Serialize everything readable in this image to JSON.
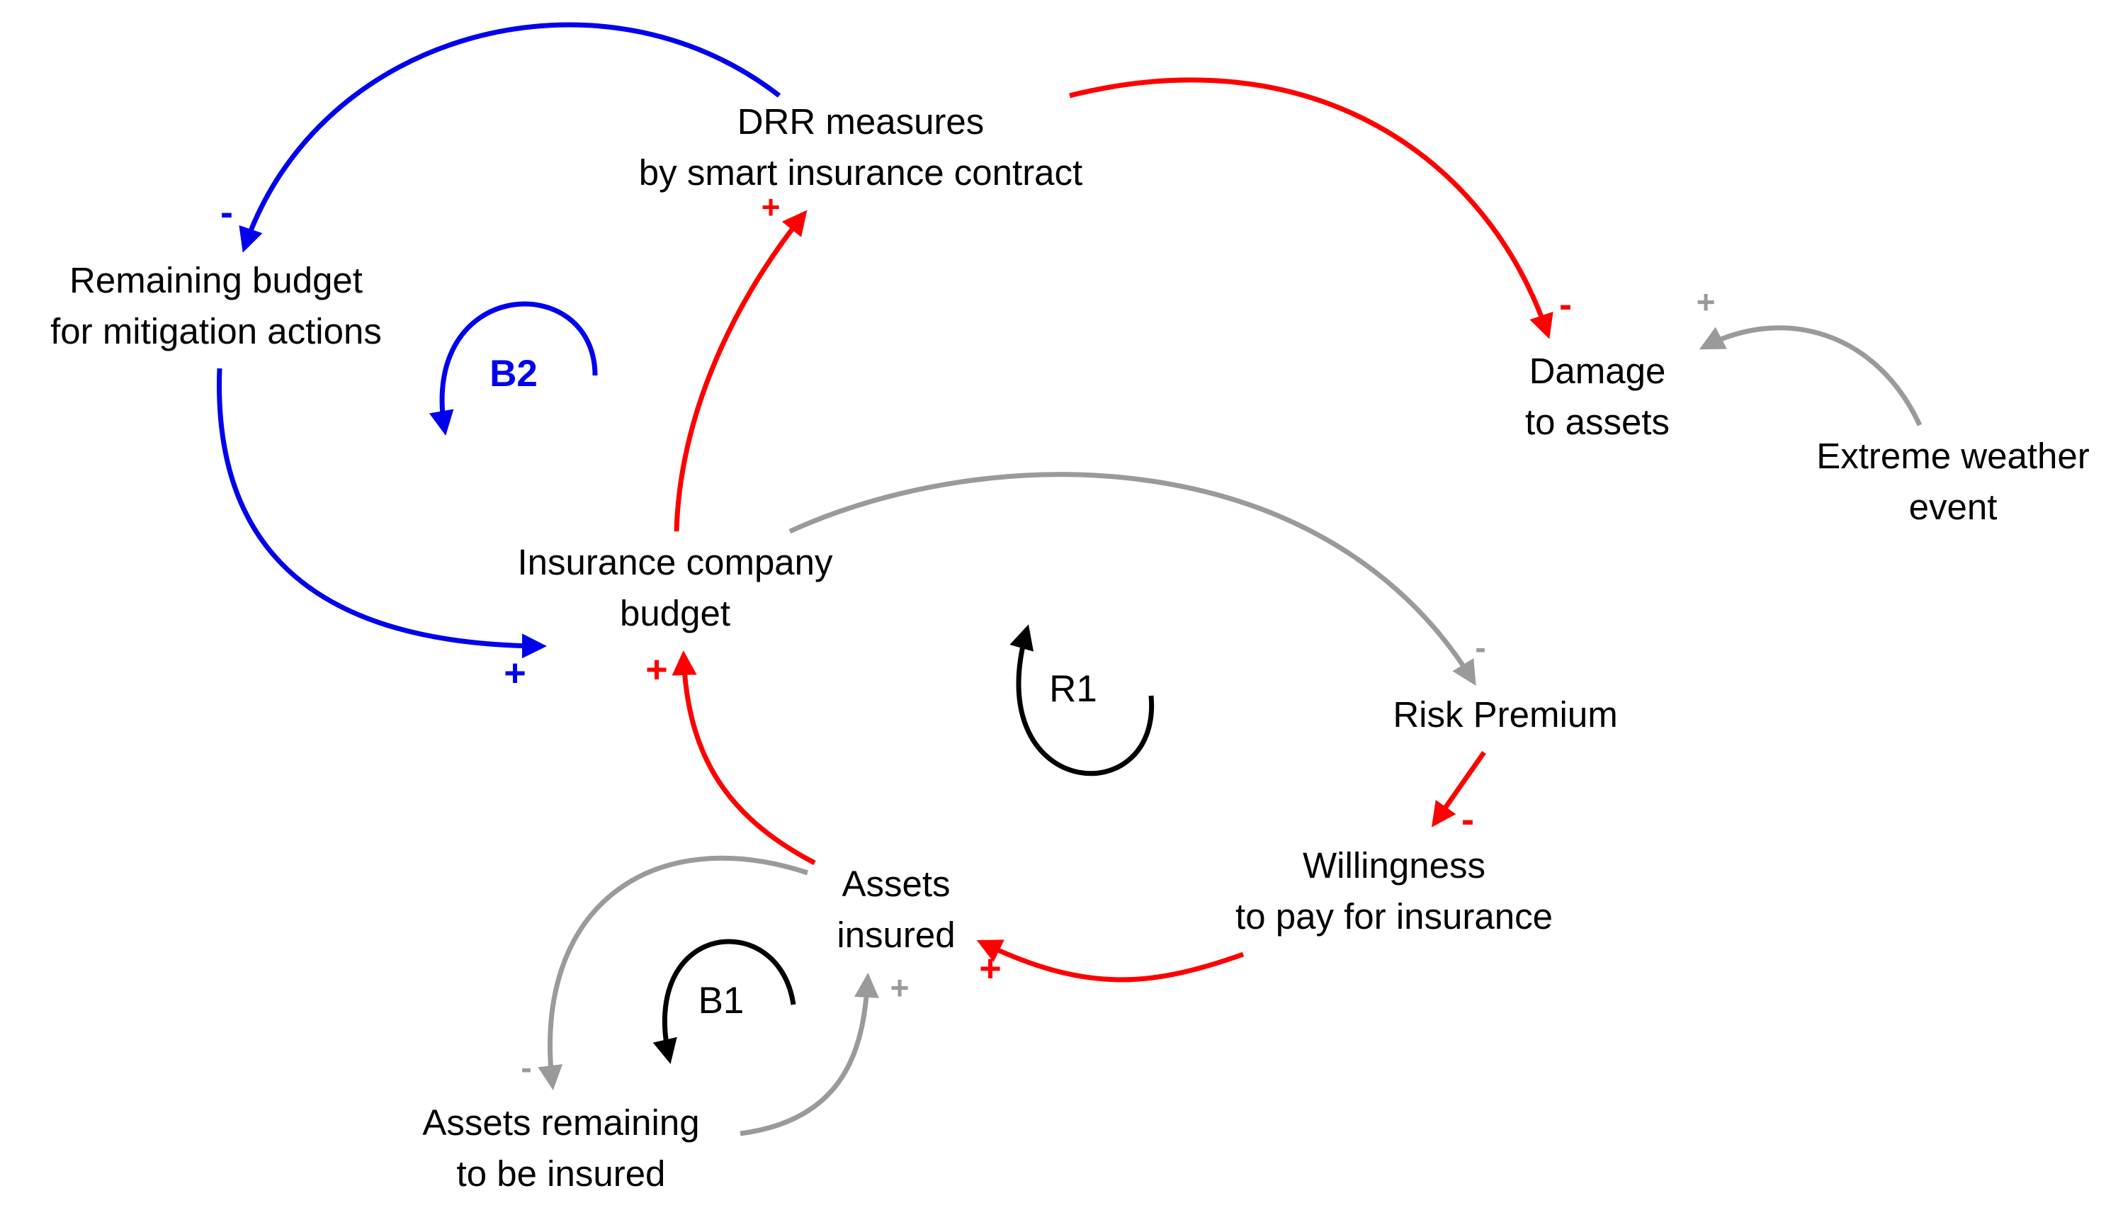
{
  "colors": {
    "balancing_b2": "#0000ee",
    "reinforcing_link": "#ff0000",
    "neutral_link": "#9a9a9a",
    "loop_marker": "#000000",
    "text": "#000000"
  },
  "nodes": {
    "drr": [
      "DRR measures",
      "by smart insurance contract"
    ],
    "remaining_budget": [
      "Remaining budget",
      "for mitigation actions"
    ],
    "damage": [
      "Damage",
      "to assets"
    ],
    "extreme_weather": [
      "Extreme weather",
      "event"
    ],
    "insurance_budget": [
      "Insurance company",
      "budget"
    ],
    "risk_premium": [
      "Risk Premium"
    ],
    "willingness": [
      "Willingness",
      "to pay for insurance"
    ],
    "assets_insured": [
      "Assets",
      "insured"
    ],
    "assets_remaining": [
      "Assets remaining",
      "to be insured"
    ]
  },
  "loops": {
    "b2": {
      "label": "B2",
      "color": "#0000ee",
      "arrow_icon": "counterclockwise-arrow-icon"
    },
    "r1": {
      "label": "R1",
      "color": "#000000",
      "arrow_icon": "counterclockwise-arrow-icon"
    },
    "b1": {
      "label": "B1",
      "color": "#000000",
      "arrow_icon": "clockwise-arrow-icon"
    }
  },
  "links": [
    {
      "id": "drr-to-remaining-budget",
      "from": "DRR measures",
      "to": "Remaining budget",
      "polarity": "-",
      "color": "#0000ee"
    },
    {
      "id": "remaining-budget-to-insurance-budget",
      "from": "Remaining budget",
      "to": "Insurance company budget",
      "polarity": "+",
      "color": "#0000ee"
    },
    {
      "id": "insurance-budget-to-drr",
      "from": "Insurance company budget",
      "to": "DRR measures",
      "polarity": "+",
      "color": "#ff0000"
    },
    {
      "id": "drr-to-damage",
      "from": "DRR measures",
      "to": "Damage to assets",
      "polarity": "-",
      "color": "#ff0000"
    },
    {
      "id": "weather-to-damage",
      "from": "Extreme weather event",
      "to": "Damage to assets",
      "polarity": "+",
      "color": "#9a9a9a"
    },
    {
      "id": "insurance-budget-to-risk-premium",
      "from": "Insurance company budget",
      "to": "Risk Premium",
      "polarity": "-",
      "color": "#9a9a9a"
    },
    {
      "id": "risk-premium-to-willingness",
      "from": "Risk Premium",
      "to": "Willingness to pay",
      "polarity": "-",
      "color": "#ff0000"
    },
    {
      "id": "willingness-to-assets-insured",
      "from": "Willingness to pay",
      "to": "Assets insured",
      "polarity": "+",
      "color": "#ff0000"
    },
    {
      "id": "assets-insured-to-insurance-budget",
      "from": "Assets insured",
      "to": "Insurance company budget",
      "polarity": "+",
      "color": "#ff0000"
    },
    {
      "id": "assets-insured-to-assets-remaining",
      "from": "Assets insured",
      "to": "Assets remaining",
      "polarity": "-",
      "color": "#9a9a9a"
    },
    {
      "id": "assets-remaining-to-assets-insured",
      "from": "Assets remaining",
      "to": "Assets insured",
      "polarity": "+",
      "color": "#9a9a9a"
    }
  ]
}
